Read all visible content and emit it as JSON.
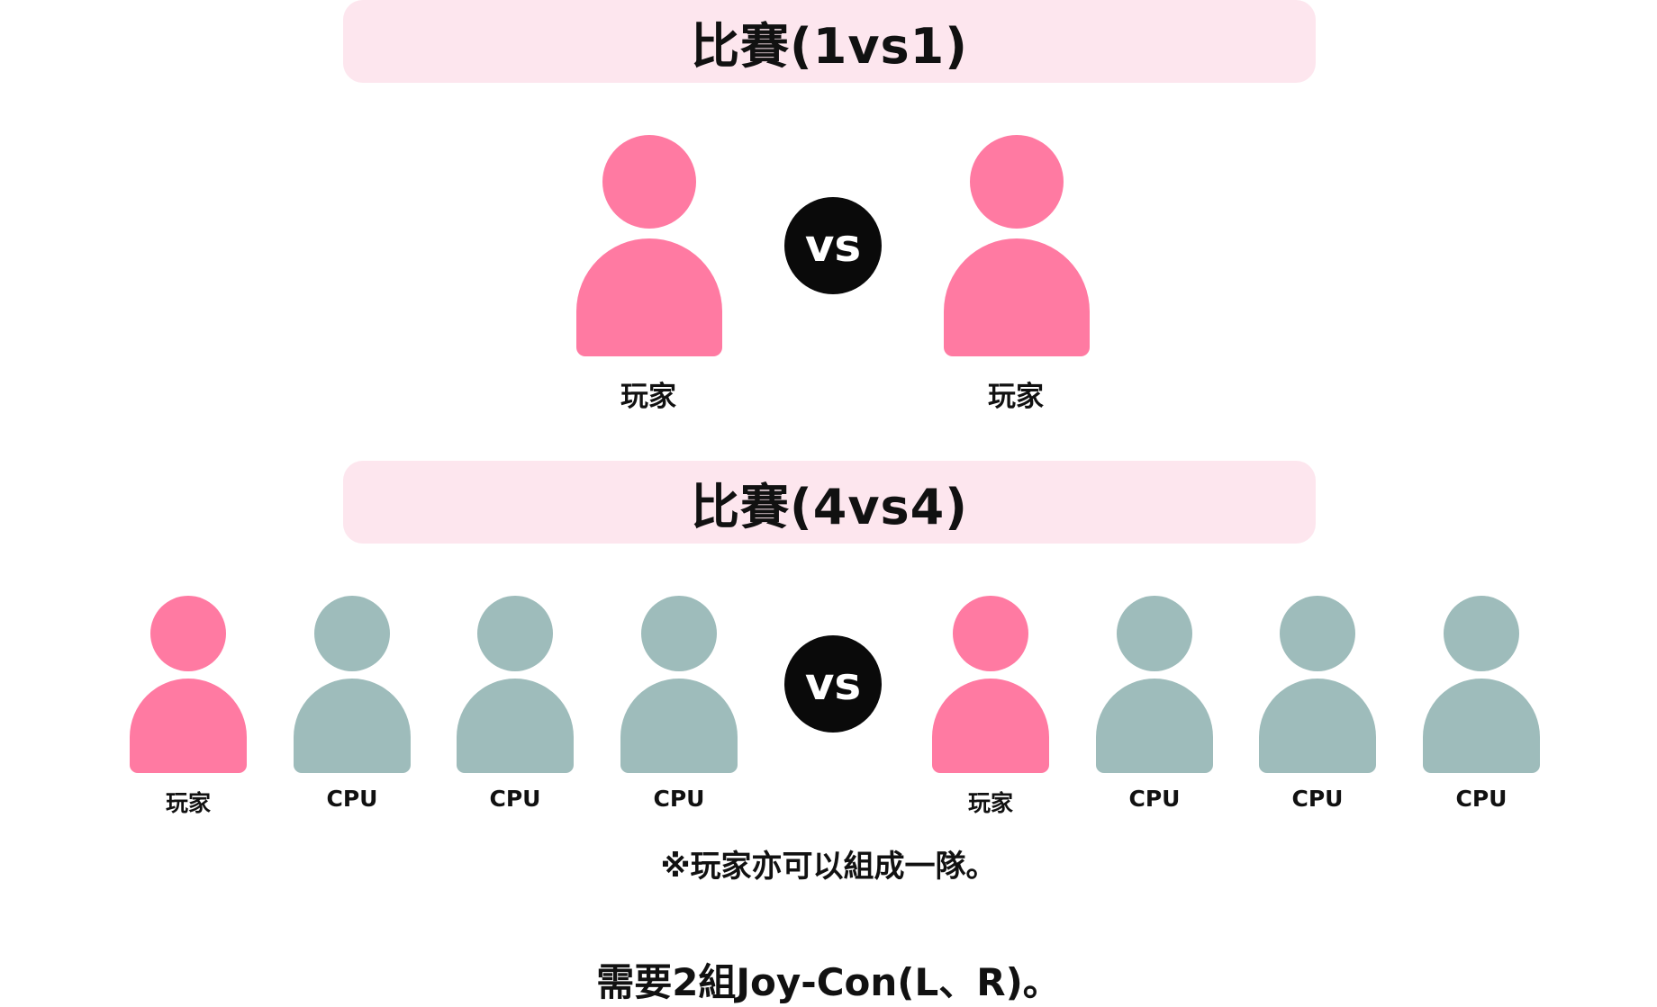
{
  "colors": {
    "header_bg": "#fde6ee",
    "player": "#ff7aa2",
    "cpu": "#9ebcbb",
    "vs_bg": "#0a0a0a",
    "vs_text": "#ffffff"
  },
  "match_1v1": {
    "title": "比賽(1vs1)",
    "vs": "vs",
    "left": {
      "label": "玩家",
      "role": "player",
      "icon": "person-icon"
    },
    "right": {
      "label": "玩家",
      "role": "player",
      "icon": "person-icon"
    }
  },
  "match_4v4": {
    "title": "比賽(4vs4)",
    "vs": "vs",
    "team_left": [
      {
        "label": "玩家",
        "role": "player",
        "icon": "person-icon"
      },
      {
        "label": "CPU",
        "role": "cpu",
        "icon": "person-icon"
      },
      {
        "label": "CPU",
        "role": "cpu",
        "icon": "person-icon"
      },
      {
        "label": "CPU",
        "role": "cpu",
        "icon": "person-icon"
      }
    ],
    "team_right": [
      {
        "label": "玩家",
        "role": "player",
        "icon": "person-icon"
      },
      {
        "label": "CPU",
        "role": "cpu",
        "icon": "person-icon"
      },
      {
        "label": "CPU",
        "role": "cpu",
        "icon": "person-icon"
      },
      {
        "label": "CPU",
        "role": "cpu",
        "icon": "person-icon"
      }
    ]
  },
  "notes": {
    "team_note": "※玩家亦可以組成一隊。",
    "requirement": "需要2組Joy-Con(L、R)。"
  }
}
